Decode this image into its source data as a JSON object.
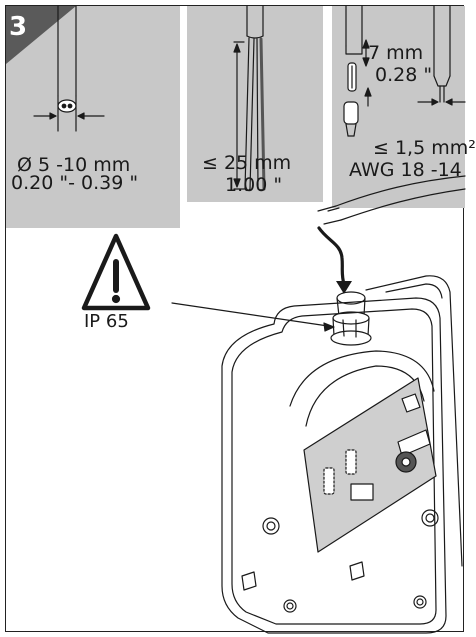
{
  "step": {
    "number": "3"
  },
  "panel_cable": {
    "line1": "Ø 5 -10 mm",
    "line2": "0.20 \"- 0.39 \""
  },
  "panel_strip": {
    "line1": "≤ 25 mm",
    "line2": "1.00 \""
  },
  "panel_wire": {
    "strip_mm": "7 mm",
    "strip_in": "0.28 \"",
    "section_mm": "≤ 1,5 mm²",
    "awg": "AWG 18 -14"
  },
  "warning": {
    "rating": "IP 65"
  },
  "icons": [
    "warning-triangle-icon",
    "curved-arrow-icon"
  ],
  "colors": {
    "panel": "#c8c8c8",
    "step_badge": "#5a5a5a",
    "line": "#1a1a1a"
  }
}
